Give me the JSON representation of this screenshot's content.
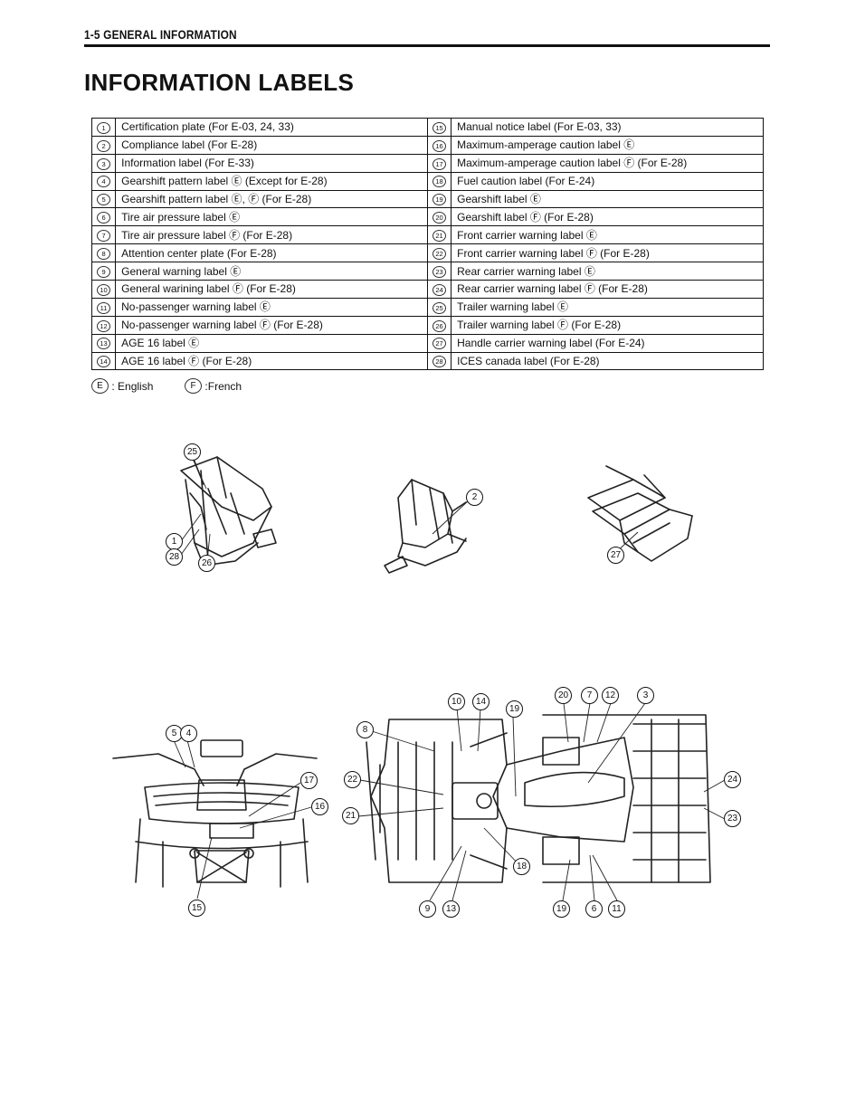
{
  "header": {
    "section": "1-5  GENERAL INFORMATION"
  },
  "title": "INFORMATION LABELS",
  "rows": [
    {
      "ln": "1",
      "lt": "Certification plate (For E-03, 24, 33)",
      "rn": "15",
      "rt": "Manual notice label (For E-03, 33)"
    },
    {
      "ln": "2",
      "lt": "Compliance label (For E-28)",
      "rn": "16",
      "rt": "Maximum-amperage caution label Ⓔ"
    },
    {
      "ln": "3",
      "lt": "Information label (For E-33)",
      "rn": "17",
      "rt": "Maximum-amperage caution label Ⓕ (For E-28)"
    },
    {
      "ln": "4",
      "lt": "Gearshift pattern label Ⓔ (Except for E-28)",
      "rn": "18",
      "rt": "Fuel caution label (For E-24)"
    },
    {
      "ln": "5",
      "lt": "Gearshift pattern label Ⓔ, Ⓕ (For E-28)",
      "rn": "19",
      "rt": "Gearshift label Ⓔ"
    },
    {
      "ln": "6",
      "lt": "Tire air pressure label Ⓔ",
      "rn": "20",
      "rt": "Gearshift label Ⓕ (For E-28)"
    },
    {
      "ln": "7",
      "lt": "Tire air pressure label Ⓕ (For E-28)",
      "rn": "21",
      "rt": "Front carrier warning label Ⓔ"
    },
    {
      "ln": "8",
      "lt": "Attention center plate (For E-28)",
      "rn": "22",
      "rt": "Front carrier warning label Ⓕ (For E-28)"
    },
    {
      "ln": "9",
      "lt": "General warning label Ⓔ",
      "rn": "23",
      "rt": "Rear carrier warning label Ⓔ"
    },
    {
      "ln": "10",
      "lt": "General warining label Ⓕ (For E-28)",
      "rn": "24",
      "rt": "Rear carrier warning label Ⓕ (For E-28)"
    },
    {
      "ln": "11",
      "lt": "No-passenger warning label Ⓔ",
      "rn": "25",
      "rt": "Trailer warning label Ⓔ"
    },
    {
      "ln": "12",
      "lt": "No-passenger warning label Ⓕ (For E-28)",
      "rn": "26",
      "rt": "Trailer warning label Ⓕ (For E-28)"
    },
    {
      "ln": "13",
      "lt": "AGE 16 label Ⓔ",
      "rn": "27",
      "rt": "Handle carrier warning label (For E-24)"
    },
    {
      "ln": "14",
      "lt": "AGE 16 label Ⓕ  (For E-28)",
      "rn": "28",
      "rt": "ICES canada label (For E-28)"
    }
  ],
  "legend": {
    "e_sym": "E",
    "e_text": ": English",
    "f_sym": "F",
    "f_text": ":French"
  },
  "callouts": {
    "c25": "25",
    "c1": "1",
    "c28": "28",
    "c26": "26",
    "c2": "2",
    "c27": "27",
    "c5": "5",
    "c4": "4",
    "c17": "17",
    "c16": "16",
    "c15": "15",
    "c10": "10",
    "c14": "14",
    "c19a": "19",
    "c20": "20",
    "c7": "7",
    "c12": "12",
    "c3": "3",
    "c8": "8",
    "c22": "22",
    "c21": "21",
    "c24": "24",
    "c23": "23",
    "c18": "18",
    "c9": "9",
    "c13": "13",
    "c19b": "19",
    "c6": "6",
    "c11": "11"
  }
}
